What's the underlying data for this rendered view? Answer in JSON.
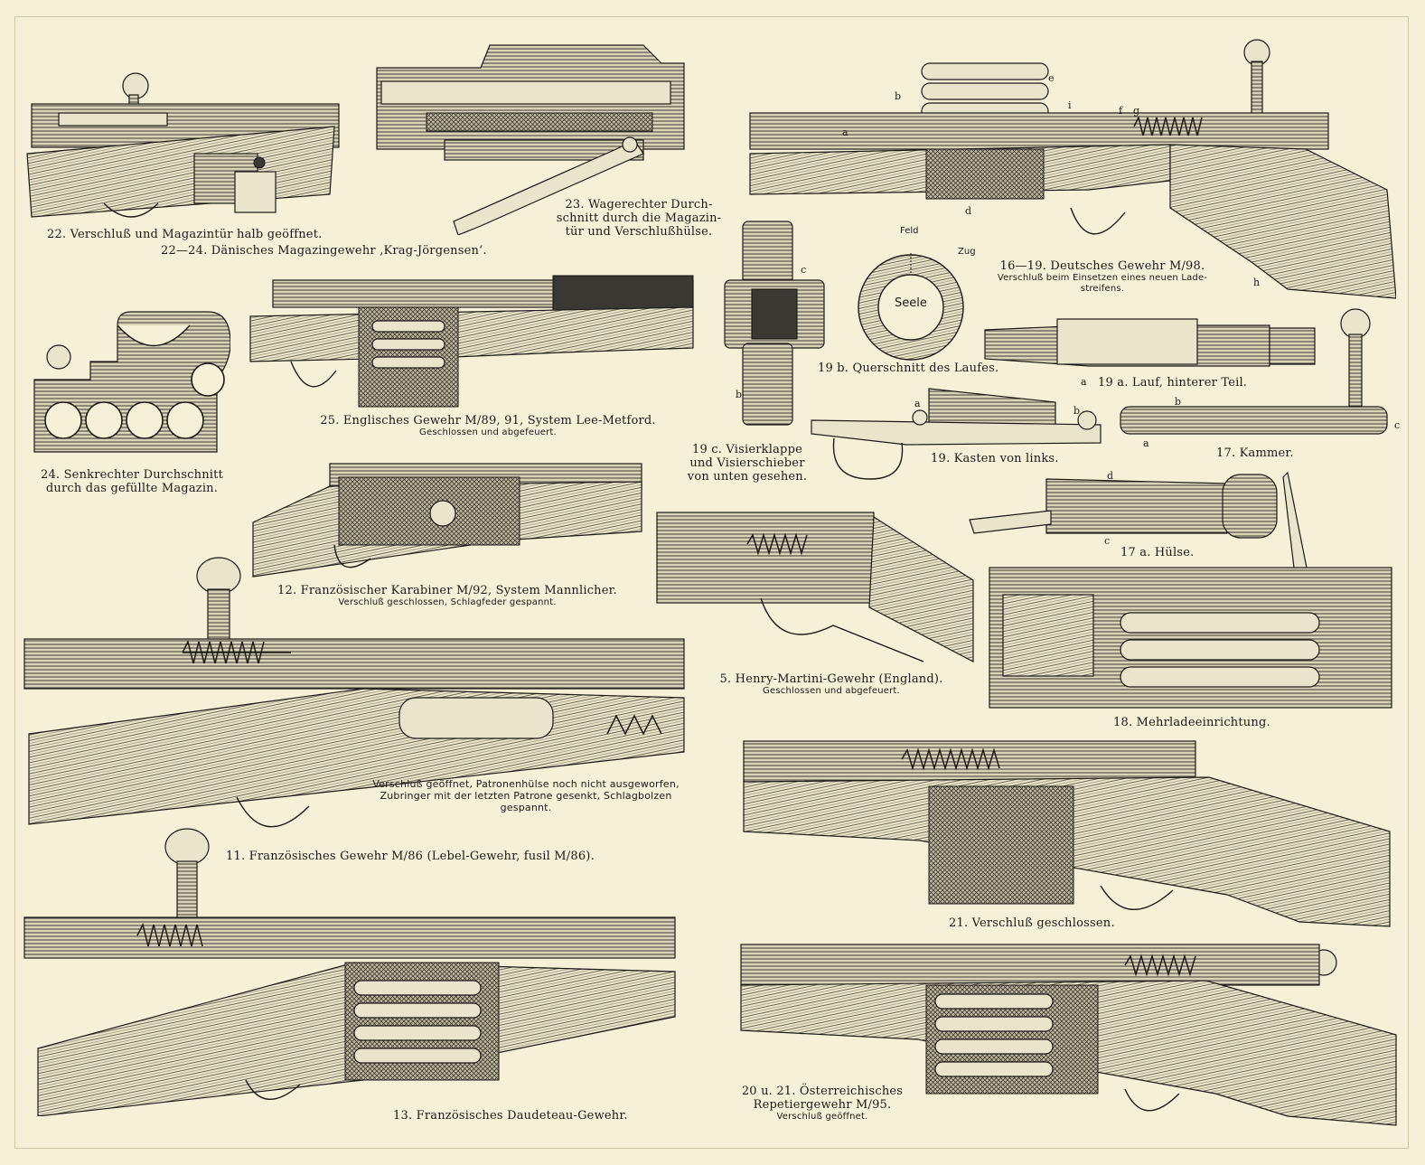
{
  "captions": {
    "fig22": "22. Verschluß und Magazintür halb geöffnet.",
    "fig22_24": "22—24. Dänisches Magazingewehr ‚Krag-Jörgensen‘.",
    "fig23": "23. Wagerechter Durch- schnitt durch die Magazin- tür und Verschlußhülse.",
    "fig24": "24. Senkrechter Durchschnitt durch das gefüllte Magazin.",
    "fig25": "25. Englisches Gewehr M/89, 91, System Lee-Metford.",
    "fig25_sub": "Geschlossen und abgefeuert.",
    "fig12": "12. Französischer Karabiner M/92, System Mannlicher.",
    "fig12_sub": "Verschluß geschlossen, Schlagfeder gespannt.",
    "fig11_note": "Verschluß geöffnet, Patronenhülse noch nicht ausgeworfen, Zubringer mit der letzten Patrone gesenkt, Schlagbolzen gespannt.",
    "fig11": "11. Französisches Gewehr M/86 (Lebel-Gewehr, fusil M/86).",
    "fig13": "13. Französisches Daudeteau-Gewehr.",
    "fig16_19": "16—19. Deutsches Gewehr M/98.",
    "fig16_19_sub": "Verschluß beim Einsetzen eines neuen Lade- streifens.",
    "fig19b": "19 b. Querschnitt des Laufes.",
    "fig19a": "19 a. Lauf, hinterer Teil.",
    "fig19c": "19 c. Visierklappe und Visierschieber von unten gesehen.",
    "fig19": "19. Kasten von links.",
    "fig17": "17. Kammer.",
    "fig17a": "17 a. Hülse.",
    "fig5": "5. Henry-Martini-Gewehr (England).",
    "fig5_sub": "Geschlossen und abgefeuert.",
    "fig18": "18. Mehrladeeinrichtung.",
    "fig21": "21. Verschluß geschlossen.",
    "fig20_21": "20 u. 21. Österreichisches Repetiergewehr M/95.",
    "fig20_21_sub": "Verschluß geöffnet."
  },
  "labels": {
    "feld": "Feld",
    "zug": "Zug",
    "seele": "Seele",
    "a": "a",
    "b": "b",
    "c": "c",
    "d": "d",
    "e": "e",
    "f": "f",
    "g": "g",
    "h": "h",
    "i": "i"
  }
}
